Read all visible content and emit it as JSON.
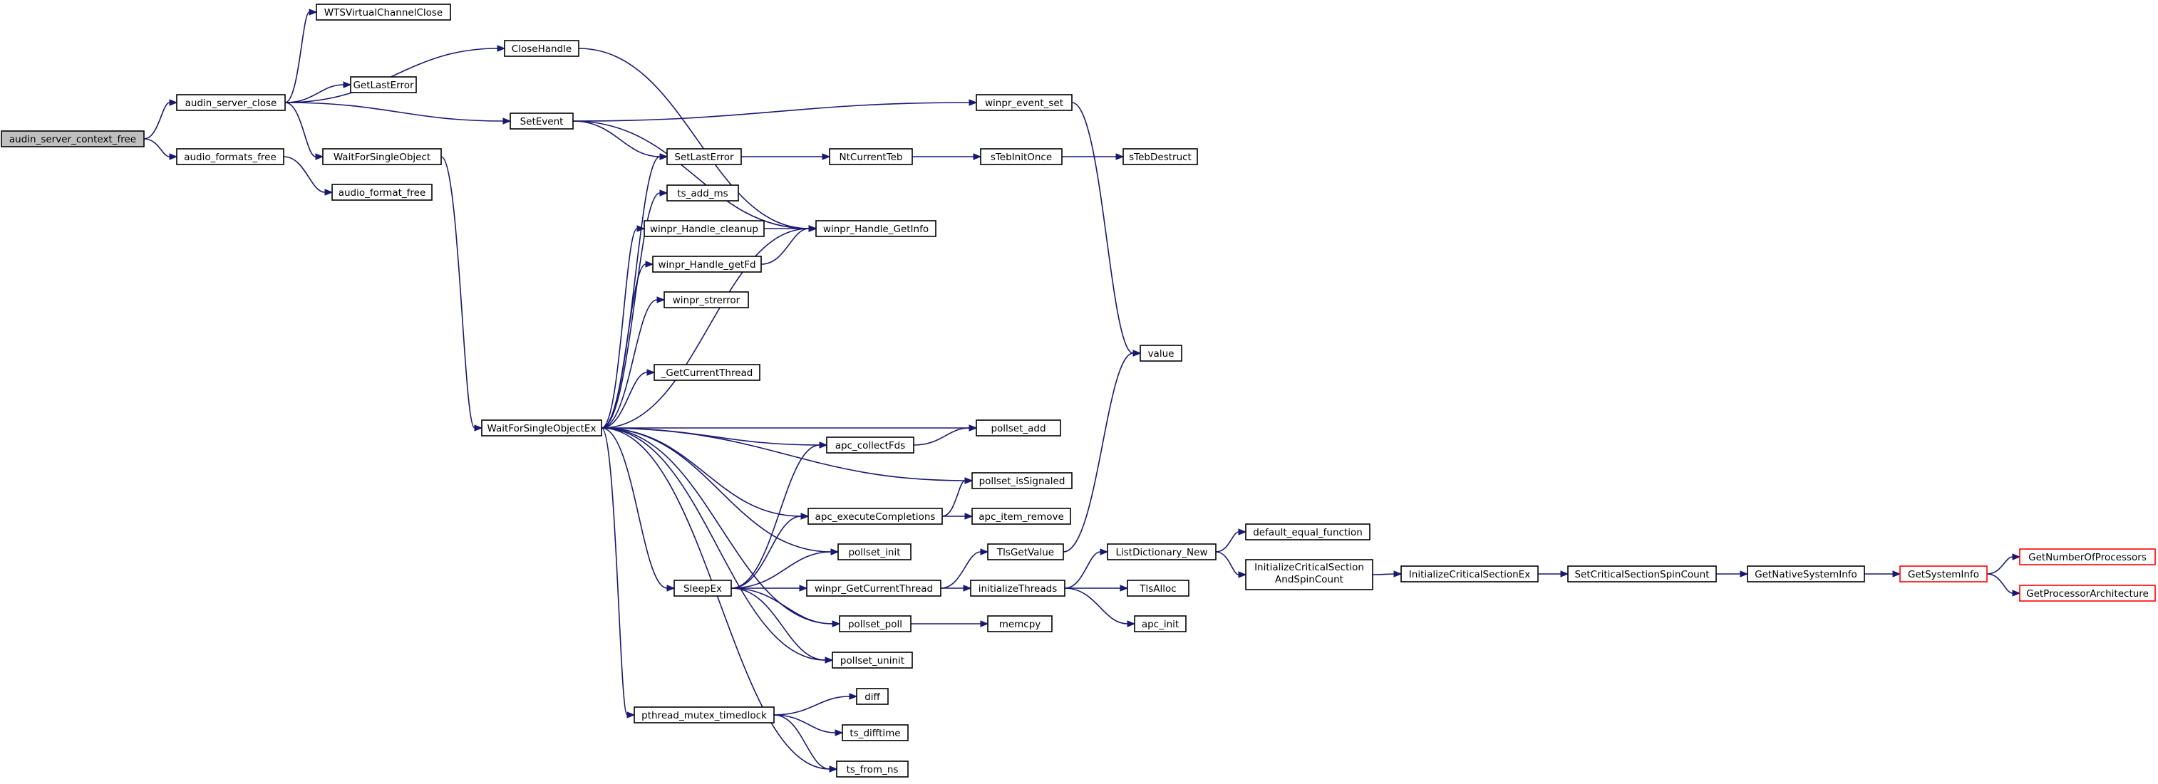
{
  "colors": {
    "edge": "#191970",
    "root_fill": "#bfbfbf",
    "truncated_border": "#ff0000"
  },
  "nodes": [
    {
      "id": "root",
      "label": "audin_server_context_free",
      "root": true
    },
    {
      "id": "asc",
      "label": "audin_server_close"
    },
    {
      "id": "aff",
      "label": "audio_formats_free"
    },
    {
      "id": "af",
      "label": "audio_format_free"
    },
    {
      "id": "wtsclose",
      "label": "WTSVirtualChannelClose"
    },
    {
      "id": "closeh",
      "label": "CloseHandle"
    },
    {
      "id": "gle",
      "label": "GetLastError"
    },
    {
      "id": "setev",
      "label": "SetEvent"
    },
    {
      "id": "wfso",
      "label": "WaitForSingleObject"
    },
    {
      "id": "wfsoex",
      "label": "WaitForSingleObjectEx"
    },
    {
      "id": "sle",
      "label": "SetLastError"
    },
    {
      "id": "tsadd",
      "label": "ts_add_ms"
    },
    {
      "id": "whc",
      "label": "winpr_Handle_cleanup"
    },
    {
      "id": "whg",
      "label": "winpr_Handle_getFd"
    },
    {
      "id": "wstr",
      "label": "winpr_strerror"
    },
    {
      "id": "gct",
      "label": "_GetCurrentThread"
    },
    {
      "id": "whgi",
      "label": "winpr_Handle_GetInfo"
    },
    {
      "id": "ntct",
      "label": "NtCurrentTeb"
    },
    {
      "id": "sinit",
      "label": "sTebInitOnce"
    },
    {
      "id": "sdest",
      "label": "sTebDestruct"
    },
    {
      "id": "wes",
      "label": "winpr_event_set"
    },
    {
      "id": "value",
      "label": "value"
    },
    {
      "id": "pladd",
      "label": "pollset_add"
    },
    {
      "id": "apccf",
      "label": "apc_collectFds"
    },
    {
      "id": "plsig",
      "label": "pollset_isSignaled"
    },
    {
      "id": "apcec",
      "label": "apc_executeCompletions"
    },
    {
      "id": "apcir",
      "label": "apc_item_remove"
    },
    {
      "id": "plinit",
      "label": "pollset_init"
    },
    {
      "id": "sleepex",
      "label": "SleepEx"
    },
    {
      "id": "wgct",
      "label": "winpr_GetCurrentThread"
    },
    {
      "id": "tlsgv",
      "label": "TlsGetValue"
    },
    {
      "id": "initth",
      "label": "initializeThreads"
    },
    {
      "id": "tlsalloc",
      "label": "TlsAlloc"
    },
    {
      "id": "apcinit",
      "label": "apc_init"
    },
    {
      "id": "plpoll",
      "label": "pollset_poll"
    },
    {
      "id": "memcpy",
      "label": "memcpy"
    },
    {
      "id": "pluninit",
      "label": "pollset_uninit"
    },
    {
      "id": "ptml",
      "label": "pthread_mutex_timedlock"
    },
    {
      "id": "diff",
      "label": "diff"
    },
    {
      "id": "tsdt",
      "label": "ts_difftime"
    },
    {
      "id": "tsfn",
      "label": "ts_from_ns"
    },
    {
      "id": "ldnew",
      "label": "ListDictionary_New"
    },
    {
      "id": "def",
      "label": "default_equal_function"
    },
    {
      "id": "icssc",
      "label": "InitializeCriticalSection AndSpinCount",
      "lines": [
        "InitializeCriticalSection",
        "AndSpinCount"
      ]
    },
    {
      "id": "icsex",
      "label": "InitializeCriticalSectionEx"
    },
    {
      "id": "scssc",
      "label": "SetCriticalSectionSpinCount"
    },
    {
      "id": "gnsi",
      "label": "GetNativeSystemInfo"
    },
    {
      "id": "gsi",
      "label": "GetSystemInfo",
      "truncated": true
    },
    {
      "id": "gnop",
      "label": "GetNumberOfProcessors",
      "truncated": true
    },
    {
      "id": "gpa",
      "label": "GetProcessorArchitecture",
      "truncated": true
    }
  ],
  "edges": [
    [
      "root",
      "asc"
    ],
    [
      "root",
      "aff"
    ],
    [
      "aff",
      "af"
    ],
    [
      "asc",
      "wtsclose"
    ],
    [
      "asc",
      "closeh"
    ],
    [
      "asc",
      "gle"
    ],
    [
      "asc",
      "setev"
    ],
    [
      "asc",
      "wfso"
    ],
    [
      "closeh",
      "whgi"
    ],
    [
      "setev",
      "wes"
    ],
    [
      "setev",
      "sle"
    ],
    [
      "setev",
      "whgi"
    ],
    [
      "wfso",
      "wfsoex"
    ],
    [
      "sle",
      "ntct"
    ],
    [
      "ntct",
      "sinit"
    ],
    [
      "sinit",
      "sdest"
    ],
    [
      "wes",
      "value"
    ],
    [
      "whc",
      "whgi"
    ],
    [
      "whg",
      "whgi"
    ],
    [
      "wfsoex",
      "sle"
    ],
    [
      "wfsoex",
      "tsadd"
    ],
    [
      "wfsoex",
      "whc"
    ],
    [
      "wfsoex",
      "whg"
    ],
    [
      "wfsoex",
      "wstr"
    ],
    [
      "wfsoex",
      "whgi"
    ],
    [
      "wfsoex",
      "gct"
    ],
    [
      "wfsoex",
      "pladd"
    ],
    [
      "wfsoex",
      "apccf"
    ],
    [
      "wfsoex",
      "plsig"
    ],
    [
      "wfsoex",
      "apcec"
    ],
    [
      "wfsoex",
      "plinit"
    ],
    [
      "wfsoex",
      "sleepex"
    ],
    [
      "wfsoex",
      "plpoll"
    ],
    [
      "wfsoex",
      "pluninit"
    ],
    [
      "wfsoex",
      "ptml"
    ],
    [
      "wfsoex",
      "tsfn"
    ],
    [
      "apccf",
      "pladd"
    ],
    [
      "apcec",
      "plsig"
    ],
    [
      "apcec",
      "apcir"
    ],
    [
      "sleepex",
      "apccf"
    ],
    [
      "sleepex",
      "apcec"
    ],
    [
      "sleepex",
      "plinit"
    ],
    [
      "sleepex",
      "wgct"
    ],
    [
      "sleepex",
      "plpoll"
    ],
    [
      "sleepex",
      "pluninit"
    ],
    [
      "wgct",
      "tlsgv"
    ],
    [
      "wgct",
      "initth"
    ],
    [
      "tlsgv",
      "value"
    ],
    [
      "initth",
      "ldnew"
    ],
    [
      "initth",
      "tlsalloc"
    ],
    [
      "initth",
      "apcinit"
    ],
    [
      "ldnew",
      "def"
    ],
    [
      "ldnew",
      "icssc"
    ],
    [
      "icssc",
      "icsex"
    ],
    [
      "icsex",
      "scssc"
    ],
    [
      "scssc",
      "gnsi"
    ],
    [
      "gnsi",
      "gsi"
    ],
    [
      "gsi",
      "gnop"
    ],
    [
      "gsi",
      "gpa"
    ],
    [
      "plpoll",
      "memcpy"
    ],
    [
      "ptml",
      "diff"
    ],
    [
      "ptml",
      "tsdt"
    ],
    [
      "ptml",
      "tsfn"
    ]
  ]
}
